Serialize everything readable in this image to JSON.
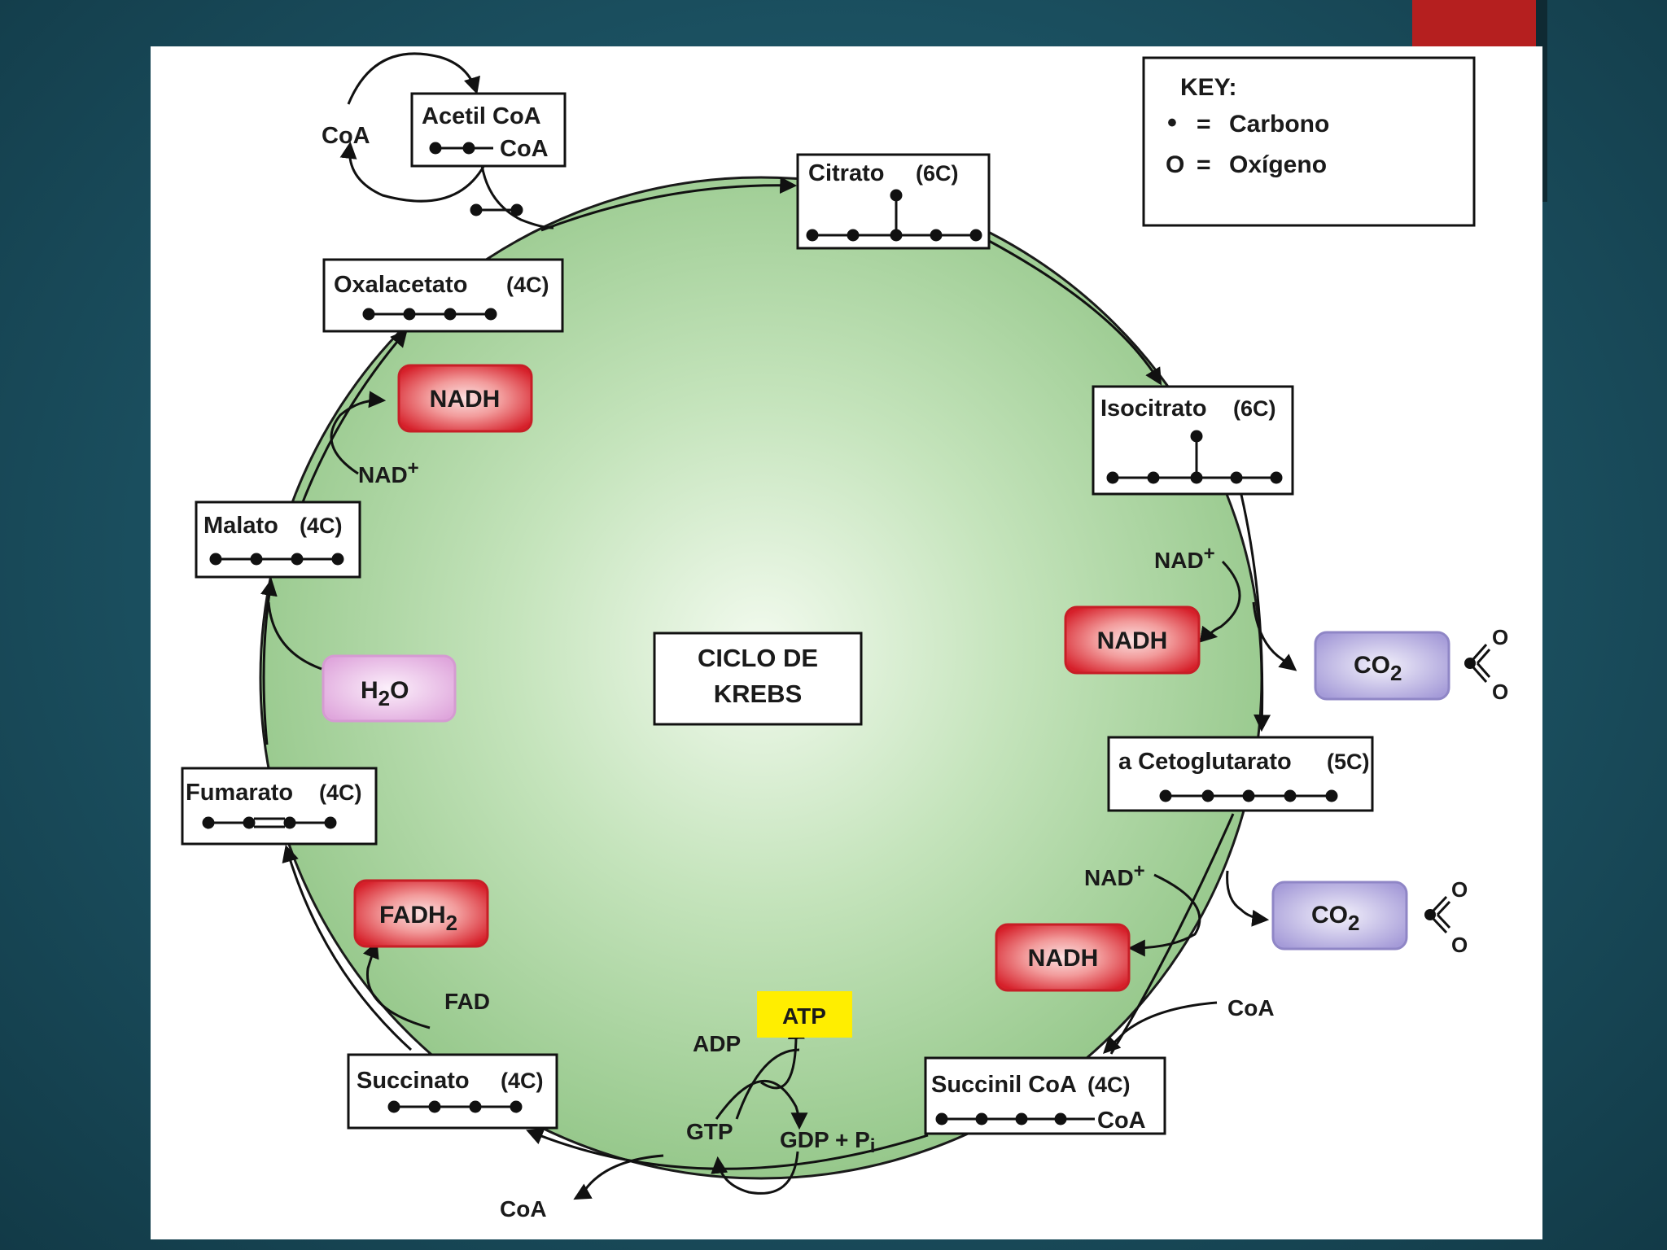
{
  "key": {
    "title": "KEY:",
    "carbon_symbol": "•",
    "carbon_eq": "=",
    "carbon_label": "Carbono",
    "oxygen_symbol": "O",
    "oxygen_eq": "=",
    "oxygen_label": "Oxígeno"
  },
  "center_label": {
    "line1": "CICLO DE",
    "line2": "KREBS"
  },
  "intermediates": {
    "acetil_coa": {
      "name": "Acetil CoA",
      "coa": "CoA"
    },
    "citrato": {
      "name": "Citrato",
      "carbons": "(6C)"
    },
    "isocitrato": {
      "name": "Isocitrato",
      "carbons": "(6C)"
    },
    "cetoglutarato": {
      "name": "a Cetoglutarato",
      "carbons": "(5C)"
    },
    "succinil_coa": {
      "name": "Succinil CoA",
      "carbons": "(4C)",
      "coa": "CoA"
    },
    "succinato": {
      "name": "Succinato",
      "carbons": "(4C)"
    },
    "fumarato": {
      "name": "Fumarato",
      "carbons": "(4C)"
    },
    "malato": {
      "name": "Malato",
      "carbons": "(4C)"
    },
    "oxalacetato": {
      "name": "Oxalacetato",
      "carbons": "(4C)"
    }
  },
  "cofactors": {
    "coa_top": "CoA",
    "coa_succinil_in": "CoA",
    "coa_bottom_out": "CoA",
    "nad_plus": "NAD",
    "plus_sup": "+",
    "nadh": "NADH",
    "fad": "FAD",
    "fadh2_base": "FADH",
    "fadh2_sub": "2",
    "co2_base": "CO",
    "co2_sub": "2",
    "h2o_h": "H",
    "h2o_sub": "2",
    "h2o_o": "O",
    "atp": "ATP",
    "adp": "ADP",
    "gtp": "GTP",
    "gdp_pi": "GDP + P",
    "pi_sub": "i",
    "oxygen_atom": "O"
  },
  "colors": {
    "nadh_fill": "#d9232a",
    "fadh2_fill": "#d9232a",
    "co2_fill": "#aaa2dc",
    "h2o_fill": "#e8b2e2",
    "atp_fill": "#ffee00",
    "cycle_fill": "#9dcc92"
  }
}
